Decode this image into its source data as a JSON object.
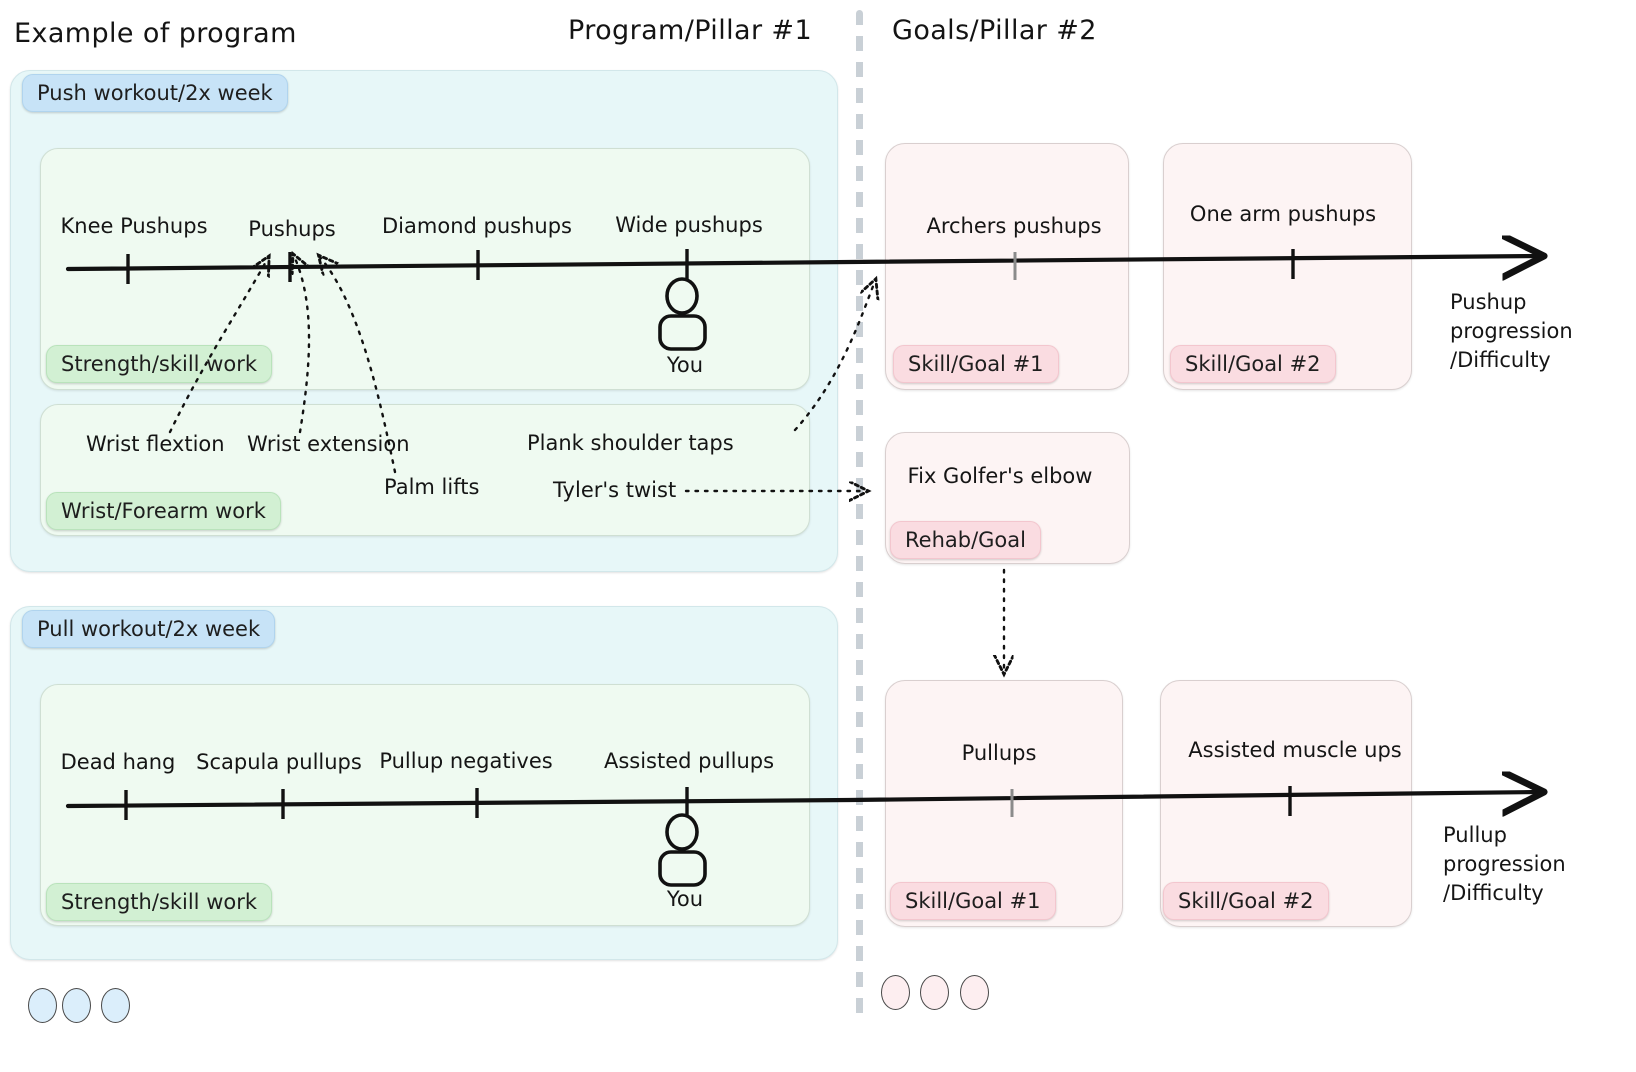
{
  "headers": {
    "left": "Example of program",
    "middle": "Program/Pillar #1",
    "right": "Goals/Pillar #2"
  },
  "push_group": {
    "badge": "Push workout/2x week",
    "strength_card": {
      "badge": "Strength/skill work",
      "timeline_labels": [
        "Knee Pushups",
        "Pushups",
        "Diamond pushups",
        "Wide pushups"
      ],
      "you_label": "You"
    },
    "wrist_card": {
      "badge": "Wrist/Forearm work",
      "items": [
        "Wrist flextion",
        "Wrist extension",
        "Palm lifts",
        "Plank shoulder taps",
        "Tyler's twist"
      ]
    }
  },
  "pull_group": {
    "badge": "Pull workout/2x week",
    "strength_card": {
      "badge": "Strength/skill work",
      "timeline_labels": [
        "Dead hang",
        "Scapula pullups",
        "Pullup negatives",
        "Assisted pullups"
      ],
      "you_label": "You"
    }
  },
  "goals": {
    "push": [
      {
        "title": "Archers pushups",
        "badge": "Skill/Goal #1"
      },
      {
        "title": "One arm pushups",
        "badge": "Skill/Goal #2"
      }
    ],
    "rehab": {
      "title": "Fix Golfer's elbow",
      "badge": "Rehab/Goal"
    },
    "pull": [
      {
        "title": "Pullups",
        "badge": "Skill/Goal #1"
      },
      {
        "title": "Assisted muscle ups",
        "badge": "Skill/Goal #2"
      }
    ]
  },
  "axis_notes": {
    "push": [
      "Pushup",
      "progression",
      "/Difficulty"
    ],
    "pull": [
      "Pullup",
      "progression",
      "/Difficulty"
    ]
  },
  "colors": {
    "group_bg": "#e7f7f8",
    "green_card_bg": "#effaf1",
    "pink_card_bg": "#fdf4f4",
    "chip_blue": "#c7e3f7",
    "chip_green": "#d2f0d3",
    "chip_pink": "#fadce1",
    "line": "#111111",
    "divider": "#c9d0d6"
  }
}
